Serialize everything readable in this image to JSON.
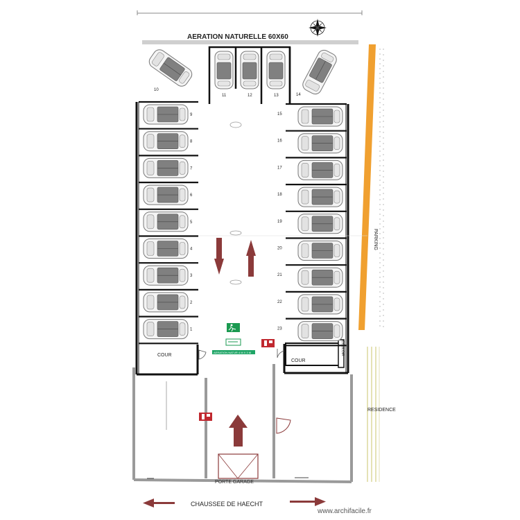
{
  "title": "AERATION NATURELLE 60X60",
  "road_label": "CHAUSSEE DE HAECHT",
  "garage_door_label": "PORTE GARAGE",
  "parking_label": "PARKING",
  "residence_label": "RESIDENCE",
  "courtyard_left": "COUR",
  "courtyard_right": "COUR",
  "vertical_label": "COULOIR",
  "vent_label": "AERATION NATUR 4 M X 3 M",
  "watermark": "www.archifacile.fr",
  "left_spots": [
    "9",
    "8",
    "7",
    "6",
    "5",
    "4",
    "3",
    "2",
    "1"
  ],
  "right_spots": [
    "15",
    "16",
    "17",
    "18",
    "19",
    "20",
    "21",
    "22",
    "23"
  ],
  "top_spots": [
    "11",
    "12",
    "13"
  ],
  "spot_10": "10",
  "spot_14": "14",
  "colors": {
    "wall": "#111111",
    "partition": "#9a9a9a",
    "arrow": "#8b3a3a",
    "orange_band": "#f0a030",
    "exit_sign": "#1a9a50",
    "extinguisher": "#c0282f"
  }
}
